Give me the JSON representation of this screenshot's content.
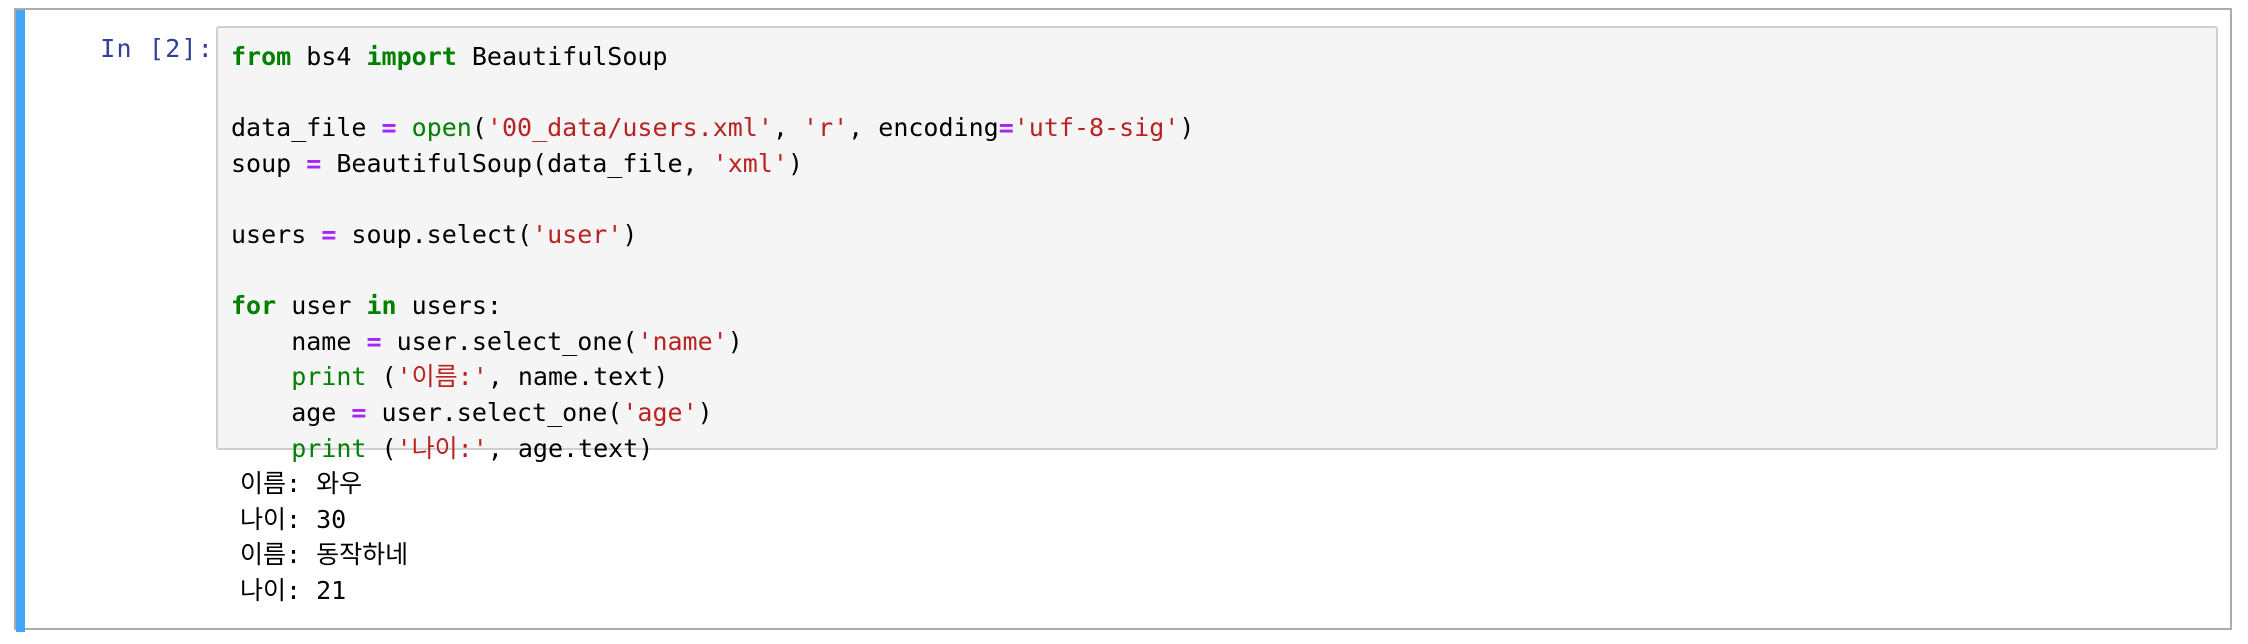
{
  "cell": {
    "type": "code-cell",
    "selected": true,
    "prompt": "In [2]:",
    "accent_color": "#42a5f5",
    "prompt_color": "#303f9f",
    "input_background": "#f5f5f5",
    "input_border_color": "#cfcfcf",
    "cell_border_color": "#acacac"
  },
  "syntax_colors": {
    "keyword": "#008000",
    "builtin": "#008000",
    "string": "#ba2121",
    "operator": "#aa22ff",
    "plain": "#000000"
  },
  "source": {
    "lines": [
      {
        "id": "line-1",
        "segments": [
          {
            "t": "from",
            "c": "kw"
          },
          {
            "t": " bs4 ",
            "c": "plain"
          },
          {
            "t": "import",
            "c": "kw"
          },
          {
            "t": " BeautifulSoup",
            "c": "plain"
          }
        ]
      },
      {
        "id": "line-2",
        "segments": []
      },
      {
        "id": "line-3",
        "segments": [
          {
            "t": "data_file ",
            "c": "plain"
          },
          {
            "t": "=",
            "c": "op"
          },
          {
            "t": " ",
            "c": "plain"
          },
          {
            "t": "open",
            "c": "builtin"
          },
          {
            "t": "(",
            "c": "plain"
          },
          {
            "t": "'00_data/users.xml'",
            "c": "str"
          },
          {
            "t": ", ",
            "c": "plain"
          },
          {
            "t": "'r'",
            "c": "str"
          },
          {
            "t": ", encoding",
            "c": "plain"
          },
          {
            "t": "=",
            "c": "op"
          },
          {
            "t": "'utf-8-sig'",
            "c": "str"
          },
          {
            "t": ")",
            "c": "plain"
          }
        ]
      },
      {
        "id": "line-4",
        "segments": [
          {
            "t": "soup ",
            "c": "plain"
          },
          {
            "t": "=",
            "c": "op"
          },
          {
            "t": " BeautifulSoup(data_file, ",
            "c": "plain"
          },
          {
            "t": "'xml'",
            "c": "str"
          },
          {
            "t": ")",
            "c": "plain"
          }
        ]
      },
      {
        "id": "line-5",
        "segments": []
      },
      {
        "id": "line-6",
        "segments": [
          {
            "t": "users ",
            "c": "plain"
          },
          {
            "t": "=",
            "c": "op"
          },
          {
            "t": " soup.select(",
            "c": "plain"
          },
          {
            "t": "'user'",
            "c": "str"
          },
          {
            "t": ")",
            "c": "plain"
          }
        ]
      },
      {
        "id": "line-7",
        "segments": []
      },
      {
        "id": "line-8",
        "segments": [
          {
            "t": "for",
            "c": "kw"
          },
          {
            "t": " user ",
            "c": "plain"
          },
          {
            "t": "in",
            "c": "kw"
          },
          {
            "t": " users:",
            "c": "plain"
          }
        ]
      },
      {
        "id": "line-9",
        "segments": [
          {
            "t": "    name ",
            "c": "plain"
          },
          {
            "t": "=",
            "c": "op"
          },
          {
            "t": " user.select_one(",
            "c": "plain"
          },
          {
            "t": "'name'",
            "c": "str"
          },
          {
            "t": ")",
            "c": "plain"
          }
        ]
      },
      {
        "id": "line-10",
        "segments": [
          {
            "t": "    ",
            "c": "plain"
          },
          {
            "t": "print",
            "c": "builtin"
          },
          {
            "t": " (",
            "c": "plain"
          },
          {
            "t": "'이름:'",
            "c": "str"
          },
          {
            "t": ", name.text)",
            "c": "plain"
          }
        ]
      },
      {
        "id": "line-11",
        "segments": [
          {
            "t": "    age ",
            "c": "plain"
          },
          {
            "t": "=",
            "c": "op"
          },
          {
            "t": " user.select_one(",
            "c": "plain"
          },
          {
            "t": "'age'",
            "c": "str"
          },
          {
            "t": ")",
            "c": "plain"
          }
        ]
      },
      {
        "id": "line-12",
        "segments": [
          {
            "t": "    ",
            "c": "plain"
          },
          {
            "t": "print",
            "c": "builtin"
          },
          {
            "t": " (",
            "c": "plain"
          },
          {
            "t": "'나이:'",
            "c": "str"
          },
          {
            "t": ", age.text)",
            "c": "plain"
          }
        ]
      }
    ]
  },
  "output": {
    "stream": "stdout",
    "lines": [
      "이름: 와우",
      "나이: 30",
      "이름: 동작하네",
      "나이: 21"
    ]
  }
}
